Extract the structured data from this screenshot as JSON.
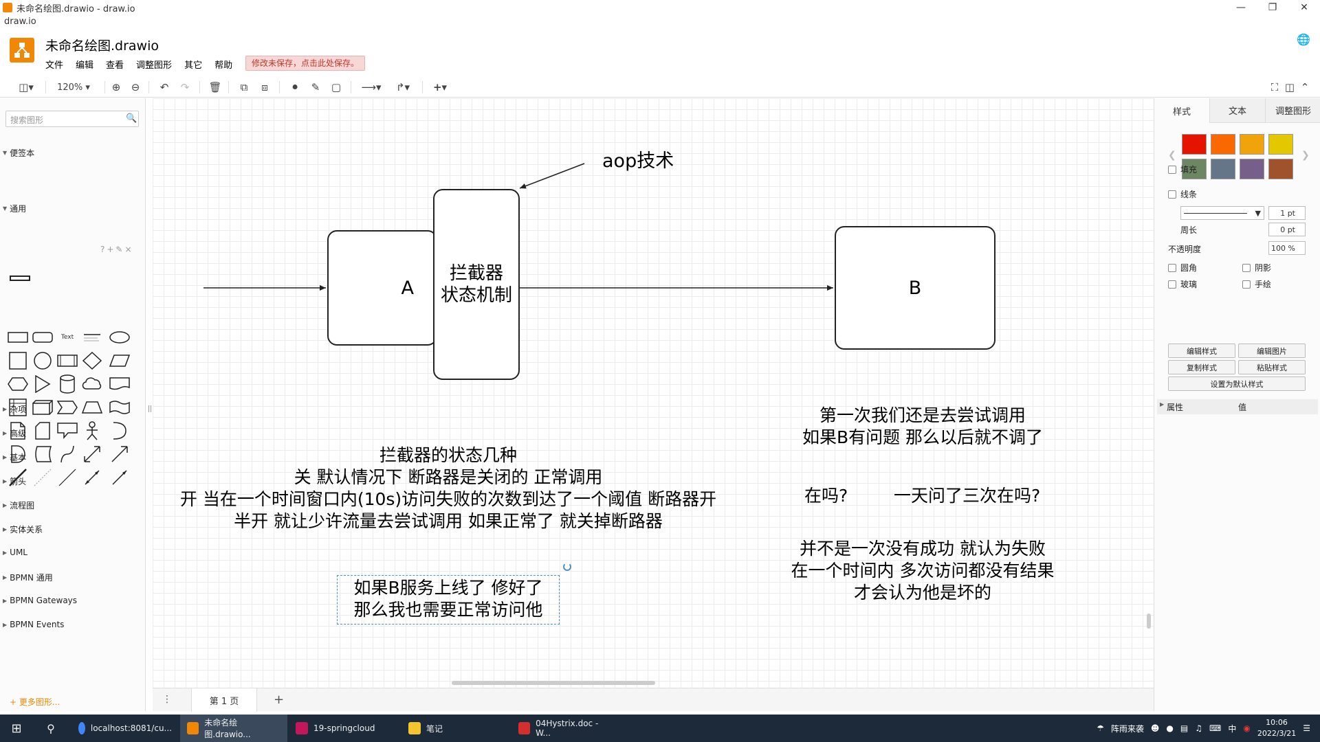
{
  "window": {
    "title": "未命名绘图.drawio - draw.io",
    "subtitle": "draw.io",
    "minimize_icon": "minimize-icon",
    "restore_icon": "restore-icon",
    "close_icon": "close-icon"
  },
  "header": {
    "document_title": "未命名绘图.drawio",
    "menu": [
      "文件",
      "编辑",
      "查看",
      "调整图形",
      "其它",
      "帮助"
    ],
    "unsaved_notice": "修改未保存，点击此处保存。"
  },
  "toolbar": {
    "zoom": "120%"
  },
  "sidebar": {
    "search_placeholder": "搜索图形",
    "sections": {
      "scratchpad": "便签本",
      "general": "通用",
      "misc": "杂项",
      "advanced": "高级",
      "basic": "基本",
      "arrows": "箭头",
      "flowchart": "流程图",
      "entity": "实体关系",
      "uml": "UML",
      "bpmn_general": "BPMN 通用",
      "bpmn_gateways": "BPMN Gateways",
      "bpmn_events": "BPMN Events"
    },
    "shape_text_label": "Text",
    "more_shapes": "+ 更多图形..."
  },
  "diagram": {
    "node_a": "A",
    "interceptor_line1": "拦截器",
    "interceptor_line2": "状态机制",
    "node_b": "B",
    "aop_label": "aop技术",
    "states_text": [
      "拦截器的状态几种",
      "关 默认情况下 断路器是关闭的 正常调用",
      "开 当在一个时间窗口内(10s)访问失败的次数到达了一个阈值 断路器开",
      "半开 就让少许流量去尝试调用 如果正常了 就关掉断路器"
    ],
    "selected_text": [
      "如果B服务上线了 修好了",
      "那么我也需要正常访问他"
    ],
    "first_call_text": [
      "第一次我们还是去尝试调用",
      "如果B有问题 那么以后就不调了"
    ],
    "question_left": "在吗?",
    "question_right": "一天问了三次在吗?",
    "failure_text": [
      "并不是一次没有成功 就认为失败",
      "在一个时间内 多次访问都没有结果",
      "才会认为他是坏的"
    ]
  },
  "pages": {
    "active_tab": "第 1 页"
  },
  "format_panel": {
    "tabs": [
      "样式",
      "文本",
      "调整图形"
    ],
    "swatches": [
      "#e51400",
      "#fa6800",
      "#f0a30a",
      "#e3c800",
      "#6d8764",
      "#647687",
      "#76608a",
      "#a0522d"
    ],
    "fill_label": "填充",
    "line_label": "线条",
    "line_width": "1 pt",
    "perimeter_label": "周长",
    "perimeter_value": "0 pt",
    "opacity_label": "不透明度",
    "opacity_value": "100 %",
    "rounded_label": "圆角",
    "shadow_label": "阴影",
    "glass_label": "玻璃",
    "sketch_label": "手绘",
    "edit_style": "编辑样式",
    "edit_image": "编辑图片",
    "copy_style": "复制样式",
    "paste_style": "粘贴样式",
    "set_default": "设置为默认样式",
    "prop_col": "属性",
    "value_col": "值"
  },
  "taskbar": {
    "tasks": [
      "localhost:8081/cu...",
      "未命名绘图.drawio...",
      "19-springcloud",
      "笔记",
      "04Hystrix.doc - W..."
    ],
    "weather": "阵雨来袭",
    "ime": "中",
    "time": "10:06",
    "date": "2022/3/21"
  }
}
